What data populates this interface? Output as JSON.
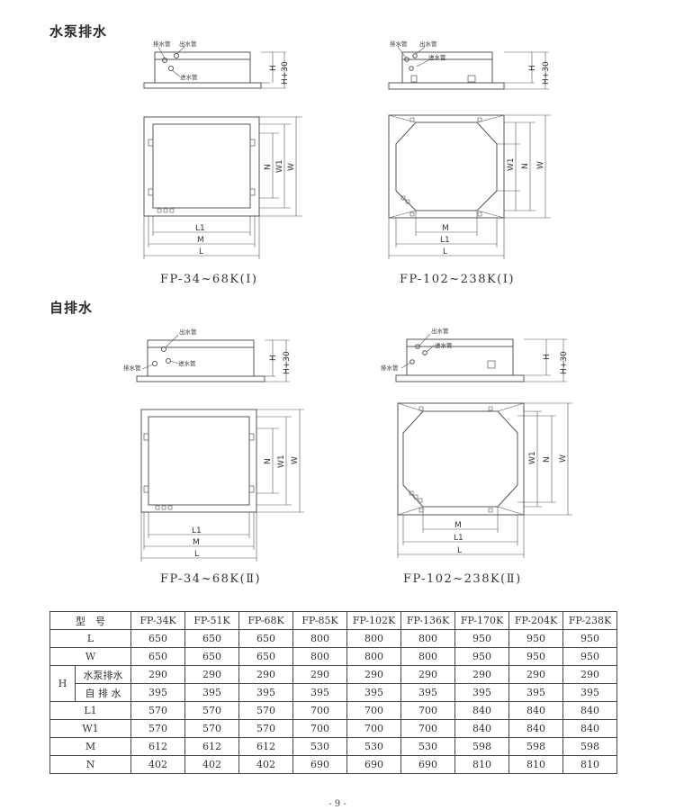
{
  "sections": {
    "pump_title": "水泵排水",
    "self_title": "自排水"
  },
  "captions": {
    "top_left": "FP-34~68K(Ⅰ)",
    "top_right": "FP-102~238K(Ⅰ)",
    "bottom_left": "FP-34~68K(Ⅱ)",
    "bottom_right": "FP-102~238K(Ⅱ)"
  },
  "pipes": {
    "drain": "排水管",
    "outlet": "出水管",
    "inlet": "进水管"
  },
  "dims": {
    "H": "H",
    "H30": "H+30",
    "N": "N",
    "W1": "W1",
    "W": "W",
    "L1": "L1",
    "M": "M",
    "L": "L"
  },
  "table": {
    "header_label": "型　号",
    "models": [
      "FP-34K",
      "FP-51K",
      "FP-68K",
      "FP-85K",
      "FP-102K",
      "FP-136K",
      "FP-170K",
      "FP-204K",
      "FP-238K"
    ],
    "h_label": "H",
    "rows": [
      {
        "label": "L",
        "values": [
          "650",
          "650",
          "650",
          "800",
          "800",
          "800",
          "950",
          "950",
          "950"
        ]
      },
      {
        "label": "W",
        "values": [
          "650",
          "650",
          "650",
          "800",
          "800",
          "800",
          "950",
          "950",
          "950"
        ]
      },
      {
        "label": "水泵排水",
        "values": [
          "290",
          "290",
          "290",
          "290",
          "290",
          "290",
          "290",
          "290",
          "290"
        ]
      },
      {
        "label": "自 排 水",
        "values": [
          "395",
          "395",
          "395",
          "395",
          "395",
          "395",
          "395",
          "395",
          "395"
        ]
      },
      {
        "label": "L1",
        "values": [
          "570",
          "570",
          "570",
          "700",
          "700",
          "700",
          "840",
          "840",
          "840"
        ]
      },
      {
        "label": "W1",
        "values": [
          "570",
          "570",
          "570",
          "700",
          "700",
          "700",
          "840",
          "840",
          "840"
        ]
      },
      {
        "label": "M",
        "values": [
          "612",
          "612",
          "612",
          "530",
          "530",
          "530",
          "598",
          "598",
          "598"
        ]
      },
      {
        "label": "N",
        "values": [
          "402",
          "402",
          "402",
          "690",
          "690",
          "690",
          "810",
          "810",
          "810"
        ]
      }
    ]
  },
  "page_number": "- 9 -"
}
